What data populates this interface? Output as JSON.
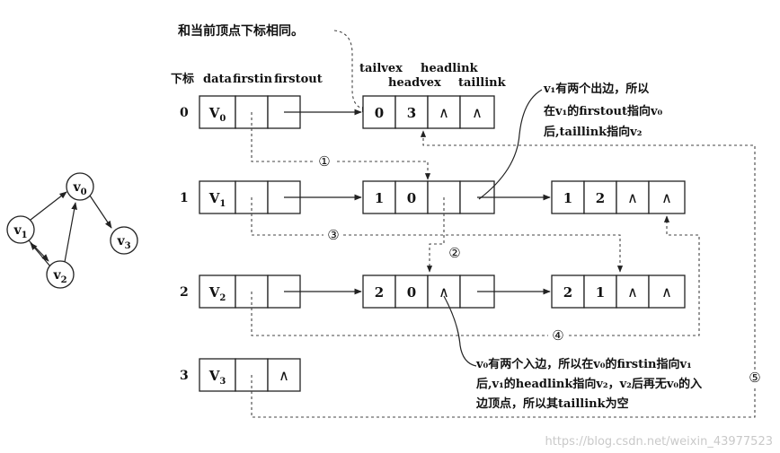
{
  "top_note": "和当前顶点下标相同。",
  "header": {
    "index_label": "下标",
    "data_label": "data",
    "firstin_label": "firstin",
    "firstout_label": "firstout"
  },
  "arc_header": {
    "tailvex": "tailvex",
    "headvex": "headvex",
    "headlink": "headlink",
    "taillink": "taillink"
  },
  "vertices": [
    {
      "index": "0",
      "name": "V",
      "sub": "0",
      "firstout": "",
      "firstin": ""
    },
    {
      "index": "1",
      "name": "V",
      "sub": "1",
      "firstout": "",
      "firstin": ""
    },
    {
      "index": "2",
      "name": "V",
      "sub": "2",
      "firstout": "",
      "firstin": ""
    },
    {
      "index": "3",
      "name": "V",
      "sub": "3",
      "firstout": "∧",
      "firstin": ""
    }
  ],
  "arcs": [
    {
      "tail": "0",
      "head": "3",
      "headlink": "∧",
      "taillink": "∧"
    },
    {
      "tail": "1",
      "head": "0",
      "headlink": "",
      "taillink": ""
    },
    {
      "tail": "1",
      "head": "2",
      "headlink": "∧",
      "taillink": "∧"
    },
    {
      "tail": "2",
      "head": "0",
      "headlink": "∧",
      "taillink": ""
    },
    {
      "tail": "2",
      "head": "1",
      "headlink": "∧",
      "taillink": "∧"
    }
  ],
  "steps": [
    "①",
    "②",
    "③",
    "④",
    "⑤"
  ],
  "note1": [
    "v₁有两个出边，所以",
    "在v₁的firstout指向v₀",
    "后,taillink指向v₂"
  ],
  "note2": [
    "v₀有两个入边，所以在v₀的firstin指向v₁",
    "后,v₁的headlink指向v₂，v₂后再无v₀的入",
    "边顶点，所以其taillink为空"
  ],
  "graph": {
    "nodes": [
      {
        "label": "v",
        "sub": "0"
      },
      {
        "label": "v",
        "sub": "1"
      },
      {
        "label": "v",
        "sub": "2"
      },
      {
        "label": "v",
        "sub": "3"
      }
    ]
  },
  "watermark": "https://blog.csdn.net/weixin_43977523"
}
